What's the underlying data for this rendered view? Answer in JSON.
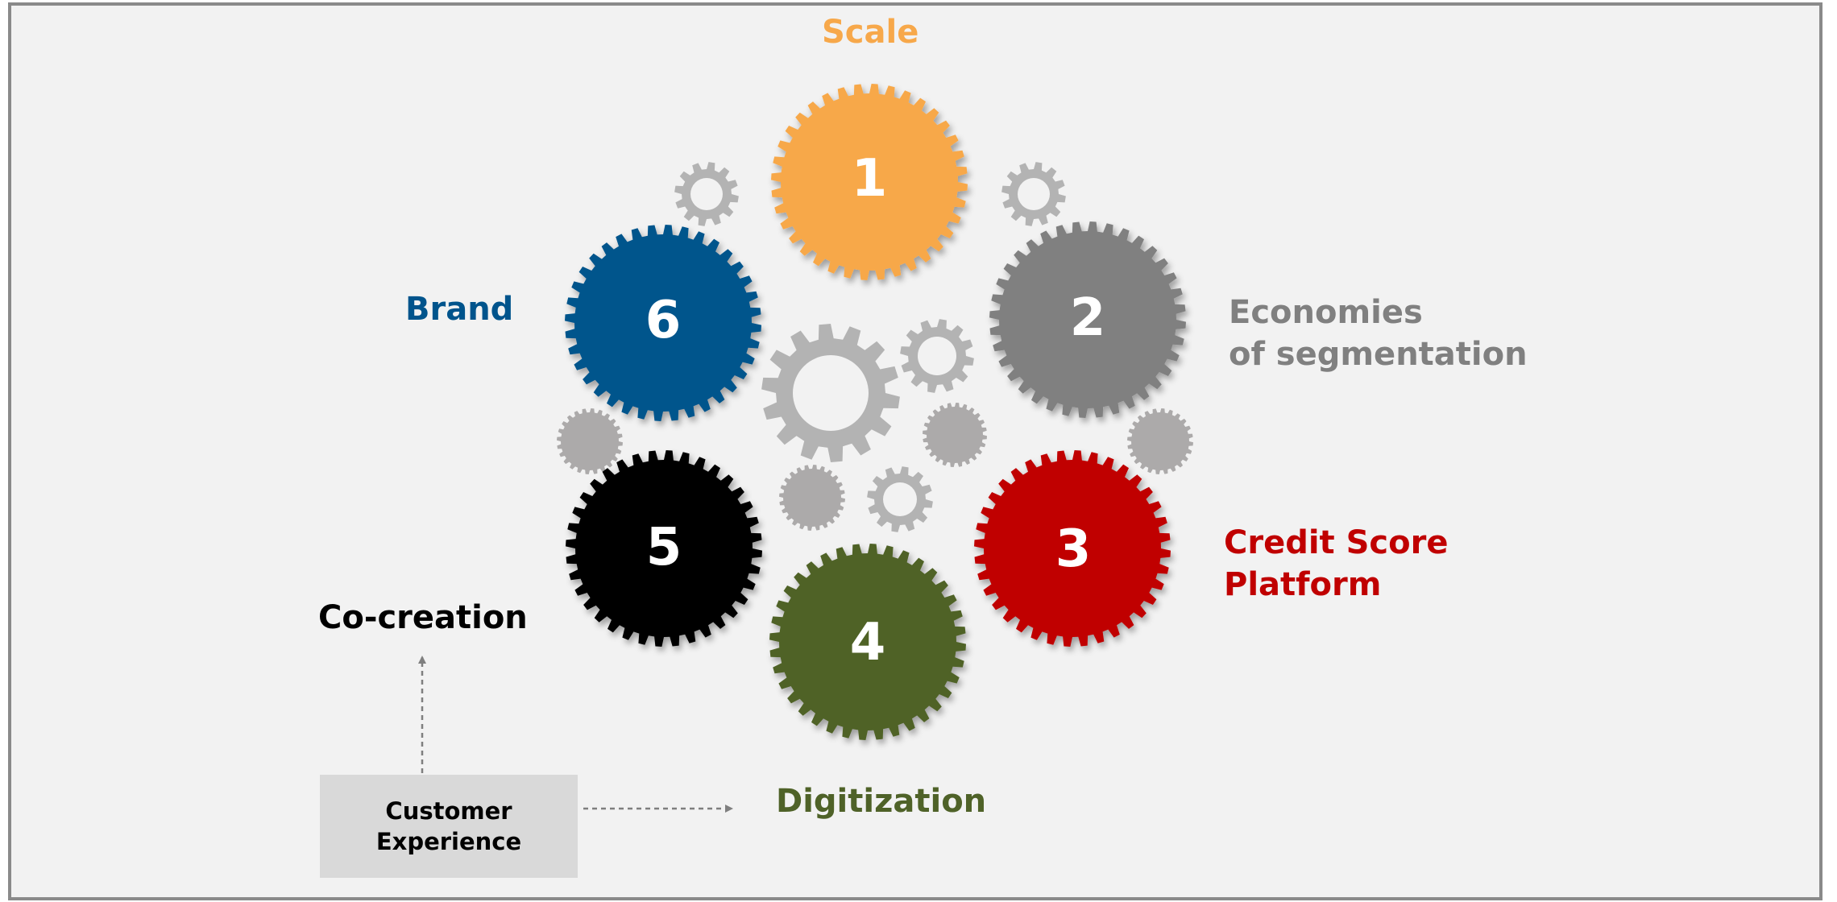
{
  "colors": {
    "scale": "#f7a84a",
    "economies": "#808080",
    "credit": "#c00000",
    "digitization": "#4f6228",
    "cocreation": "#000000",
    "brand": "#00548c",
    "small_gear": "#b3b3b3",
    "small_gear_solid": "#acaaaa",
    "box": "#d9d9d9",
    "background": "#f2f2f2"
  },
  "gears": [
    {
      "number": "1",
      "label": "Scale",
      "color": "#f7a84a"
    },
    {
      "number": "2",
      "label": "Economies of segmentation",
      "color": "#808080"
    },
    {
      "number": "3",
      "label": "Credit Score Platform",
      "color": "#c00000"
    },
    {
      "number": "4",
      "label": "Digitization",
      "color": "#4f6228"
    },
    {
      "number": "5",
      "label": "Co-creation",
      "color": "#000000"
    },
    {
      "number": "6",
      "label": "Brand",
      "color": "#00548c"
    }
  ],
  "labels": {
    "scale": "Scale",
    "economies_line1": "Economies",
    "economies_line2": "of segmentation",
    "credit_line1": "Credit Score",
    "credit_line2": "Platform",
    "digitization": "Digitization",
    "cocreation": "Co-creation",
    "brand": "Brand"
  },
  "customer_experience": {
    "line1": "Customer",
    "line2": "Experience"
  }
}
